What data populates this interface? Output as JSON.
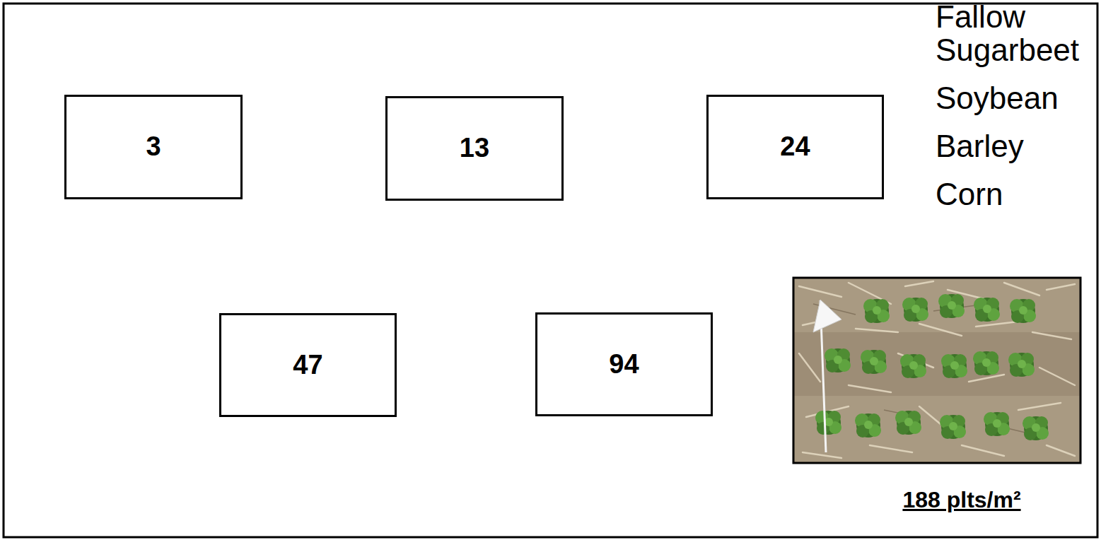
{
  "diagram": {
    "nodes": [
      {
        "text": [
          "3"
        ]
      },
      {
        "text": [
          "13"
        ]
      },
      {
        "text": [
          "24"
        ]
      },
      {
        "text": [
          "47"
        ]
      },
      {
        "text": [
          "94"
        ]
      }
    ],
    "labels": [
      "Fallow",
      "Sugarbeet",
      "Soybean",
      "Barley",
      "Corn",
      "188 plts/m²"
    ]
  }
}
